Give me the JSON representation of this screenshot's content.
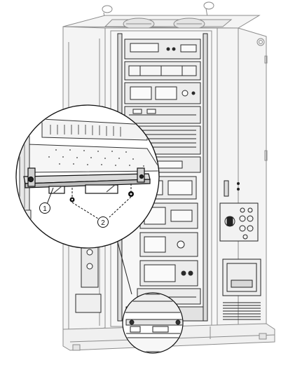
{
  "diagram": {
    "callouts": [
      {
        "id": "callout-1",
        "label": "1"
      },
      {
        "id": "callout-2",
        "label": "2"
      }
    ]
  },
  "colors": {
    "cabinet_line": "#8a8a8a",
    "cabinet_fill": "#f1f1f1",
    "equipment_line": "#2a2a2a",
    "equipment_fill": "#e9e9e9",
    "detail_line": "#111111",
    "background": "#ffffff"
  }
}
